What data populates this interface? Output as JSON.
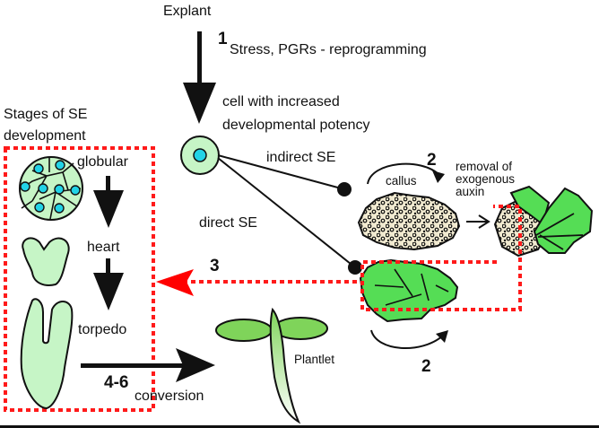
{
  "diagram": {
    "title": "Explant",
    "step1": {
      "number": "1",
      "label": "Stress, PGRs - reprogramming"
    },
    "cell_label": [
      "cell with increased",
      "developmental potency"
    ],
    "indirect_label": "indirect SE",
    "direct_label": "direct SE",
    "step2_top": "2",
    "step2_bottom": "2",
    "callus_label": "callus",
    "removal_label": [
      "removal of",
      "exogenous",
      "auxin"
    ],
    "step3": "3",
    "stages_title": [
      "Stages of SE",
      "development"
    ],
    "stages": [
      "globular",
      "heart",
      "torpedo"
    ],
    "step46": "4-6",
    "conversion_label": "conversion",
    "plantlet_label": "Plantlet",
    "colors": {
      "dotted_frame": "#ff1a1a",
      "arrow3": "#ff0000",
      "embryo_fill": "#c6f5c6",
      "nucleus": "#22d3e6",
      "leaf_green": "#55dd55",
      "callus_fill": "#f1ead0",
      "plantlet_green": "#7fd45a"
    }
  }
}
